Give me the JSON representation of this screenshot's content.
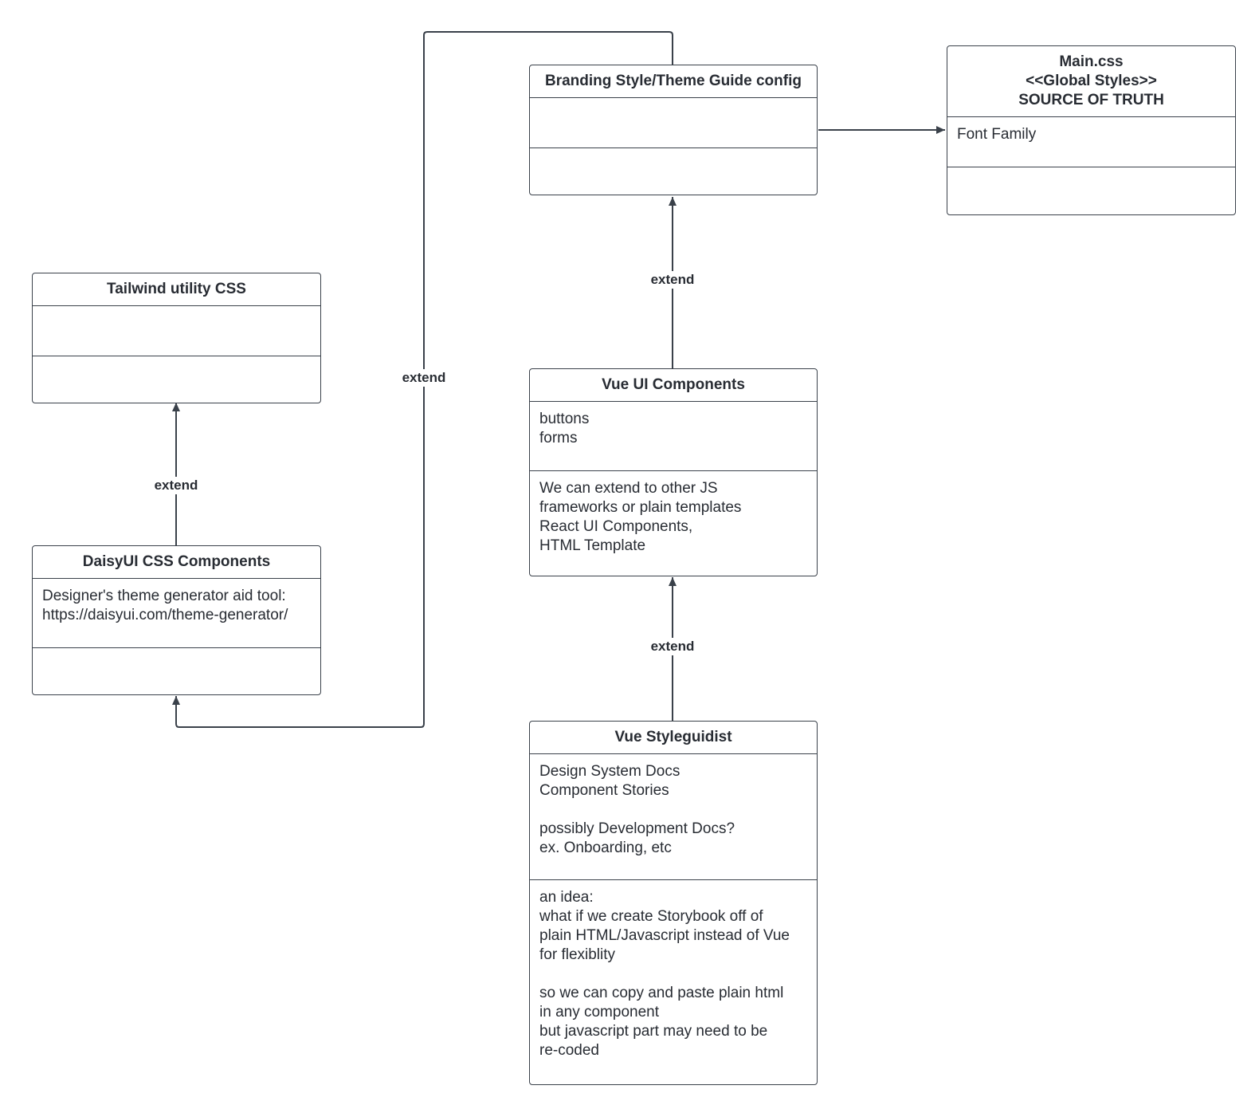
{
  "nodes": {
    "branding": {
      "title_lines": [
        "Branding Style/Theme Guide config"
      ],
      "attributes": [],
      "operations": []
    },
    "main_css": {
      "title_lines": [
        "Main.css",
        "<<Global Styles>>",
        "SOURCE OF TRUTH"
      ],
      "attributes": [
        "Font Family"
      ],
      "operations": []
    },
    "tailwind": {
      "title_lines": [
        "Tailwind utility CSS"
      ],
      "attributes": [],
      "operations": []
    },
    "daisyui": {
      "title_lines": [
        "DaisyUI CSS Components"
      ],
      "attributes": [
        "Designer's theme generator aid tool:",
        "https://daisyui.com/theme-generator/"
      ],
      "operations": []
    },
    "vue_ui": {
      "title_lines": [
        "Vue UI Components"
      ],
      "attributes": [
        "buttons",
        "forms"
      ],
      "operations": [
        "We can extend to other JS",
        "frameworks or plain templates",
        "React UI Components,",
        "HTML Template"
      ]
    },
    "styleguidist": {
      "title_lines": [
        "Vue Styleguidist"
      ],
      "attributes": [
        "Design System Docs",
        "Component Stories",
        "",
        "possibly Development Docs?",
        "ex. Onboarding, etc"
      ],
      "operations": [
        "an idea:",
        "what if we create Storybook off of",
        "plain HTML/Javascript instead of Vue",
        "for flexiblity",
        "",
        "so we can copy and paste plain html",
        "in any component",
        "but javascript part may need to be",
        "re-coded"
      ]
    }
  },
  "edges": {
    "daisy_to_tailwind": {
      "label": "extend"
    },
    "branding_to_daisy": {
      "label": "extend"
    },
    "vue_to_branding": {
      "label": "extend"
    },
    "guidist_to_vue": {
      "label": "extend"
    },
    "branding_to_main": {
      "label": ""
    }
  },
  "colors": {
    "stroke": "#3a414a",
    "text": "#282c33",
    "background": "#ffffff"
  }
}
